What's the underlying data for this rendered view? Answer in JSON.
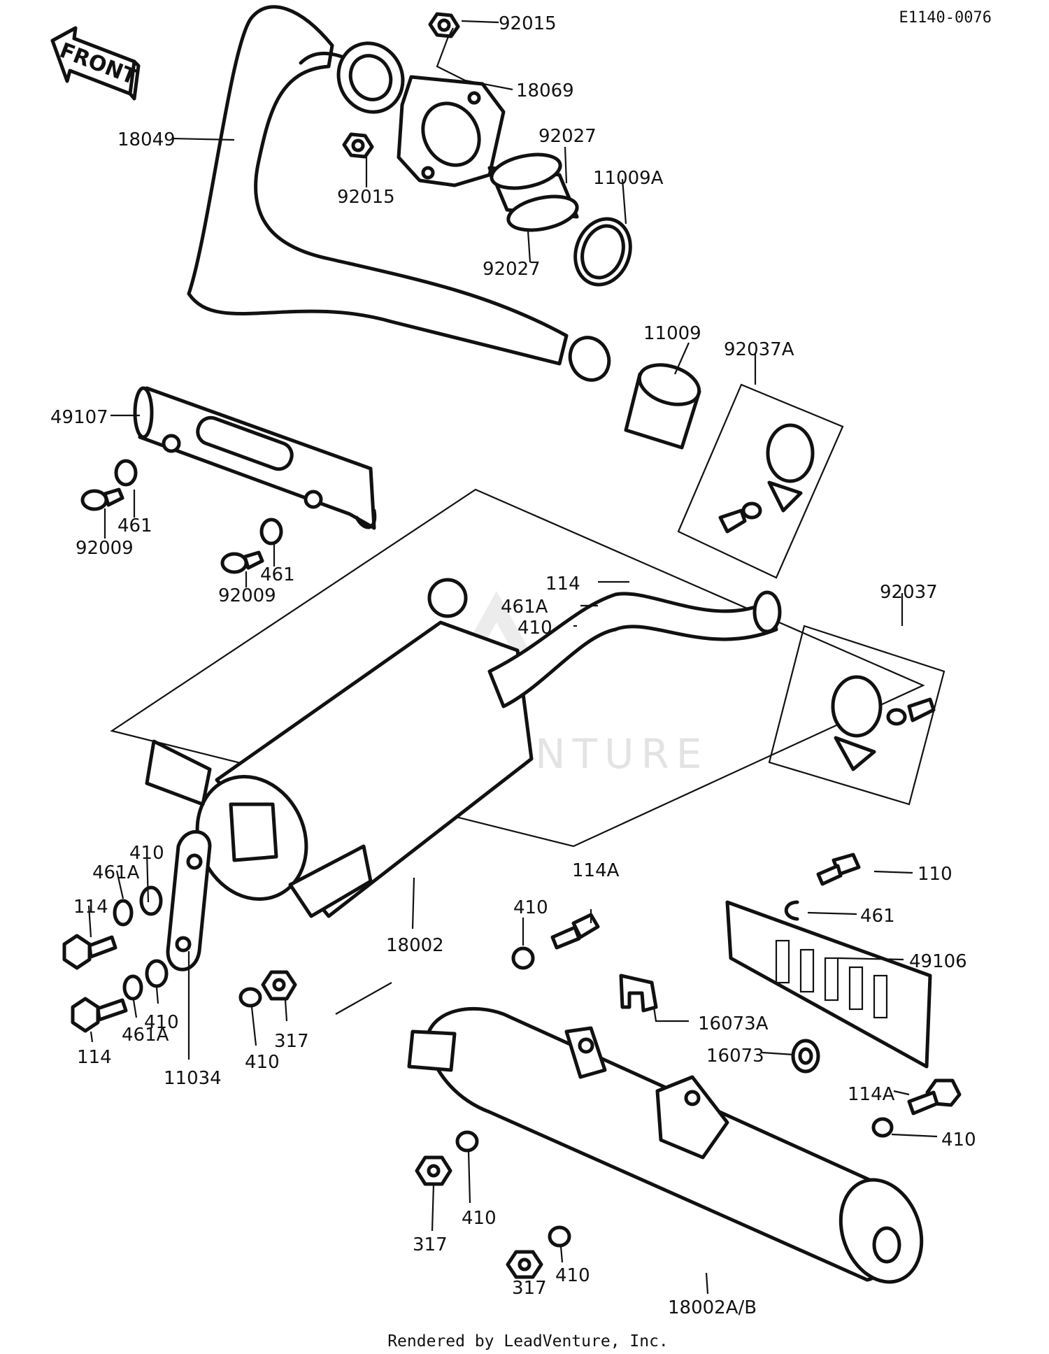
{
  "diagram_code": "E1140-0076",
  "front_arrow_label": "FRONT",
  "watermark": "LEADVENTURE",
  "footer": "Rendered by LeadVenture, Inc.",
  "callouts": [
    {
      "id": "c01",
      "text": "92015"
    },
    {
      "id": "c02",
      "text": "18069"
    },
    {
      "id": "c03",
      "text": "18049"
    },
    {
      "id": "c04",
      "text": "92027"
    },
    {
      "id": "c05",
      "text": "11009A"
    },
    {
      "id": "c06",
      "text": "92015"
    },
    {
      "id": "c07",
      "text": "92027"
    },
    {
      "id": "c08",
      "text": "11009"
    },
    {
      "id": "c09",
      "text": "92037A"
    },
    {
      "id": "c10",
      "text": "49107"
    },
    {
      "id": "c11",
      "text": "461"
    },
    {
      "id": "c12",
      "text": "92009"
    },
    {
      "id": "c13",
      "text": "461"
    },
    {
      "id": "c14",
      "text": "92009"
    },
    {
      "id": "c15",
      "text": "114"
    },
    {
      "id": "c16",
      "text": "461A"
    },
    {
      "id": "c17",
      "text": "410"
    },
    {
      "id": "c18",
      "text": "92037"
    },
    {
      "id": "c19",
      "text": "410"
    },
    {
      "id": "c20",
      "text": "461A"
    },
    {
      "id": "c21",
      "text": "114"
    },
    {
      "id": "c22",
      "text": "114A"
    },
    {
      "id": "c23",
      "text": "110"
    },
    {
      "id": "c24",
      "text": "410"
    },
    {
      "id": "c25",
      "text": "461"
    },
    {
      "id": "c26",
      "text": "18002"
    },
    {
      "id": "c27",
      "text": "49106"
    },
    {
      "id": "c28",
      "text": "410"
    },
    {
      "id": "c29",
      "text": "461A"
    },
    {
      "id": "c30",
      "text": "114"
    },
    {
      "id": "c31",
      "text": "410"
    },
    {
      "id": "c32",
      "text": "317"
    },
    {
      "id": "c33",
      "text": "11034"
    },
    {
      "id": "c34",
      "text": "16073A"
    },
    {
      "id": "c35",
      "text": "16073"
    },
    {
      "id": "c36",
      "text": "114A"
    },
    {
      "id": "c37",
      "text": "410"
    },
    {
      "id": "c38",
      "text": "410"
    },
    {
      "id": "c39",
      "text": "317"
    },
    {
      "id": "c40",
      "text": "410"
    },
    {
      "id": "c41",
      "text": "317"
    },
    {
      "id": "c42",
      "text": "18002A/B"
    }
  ]
}
